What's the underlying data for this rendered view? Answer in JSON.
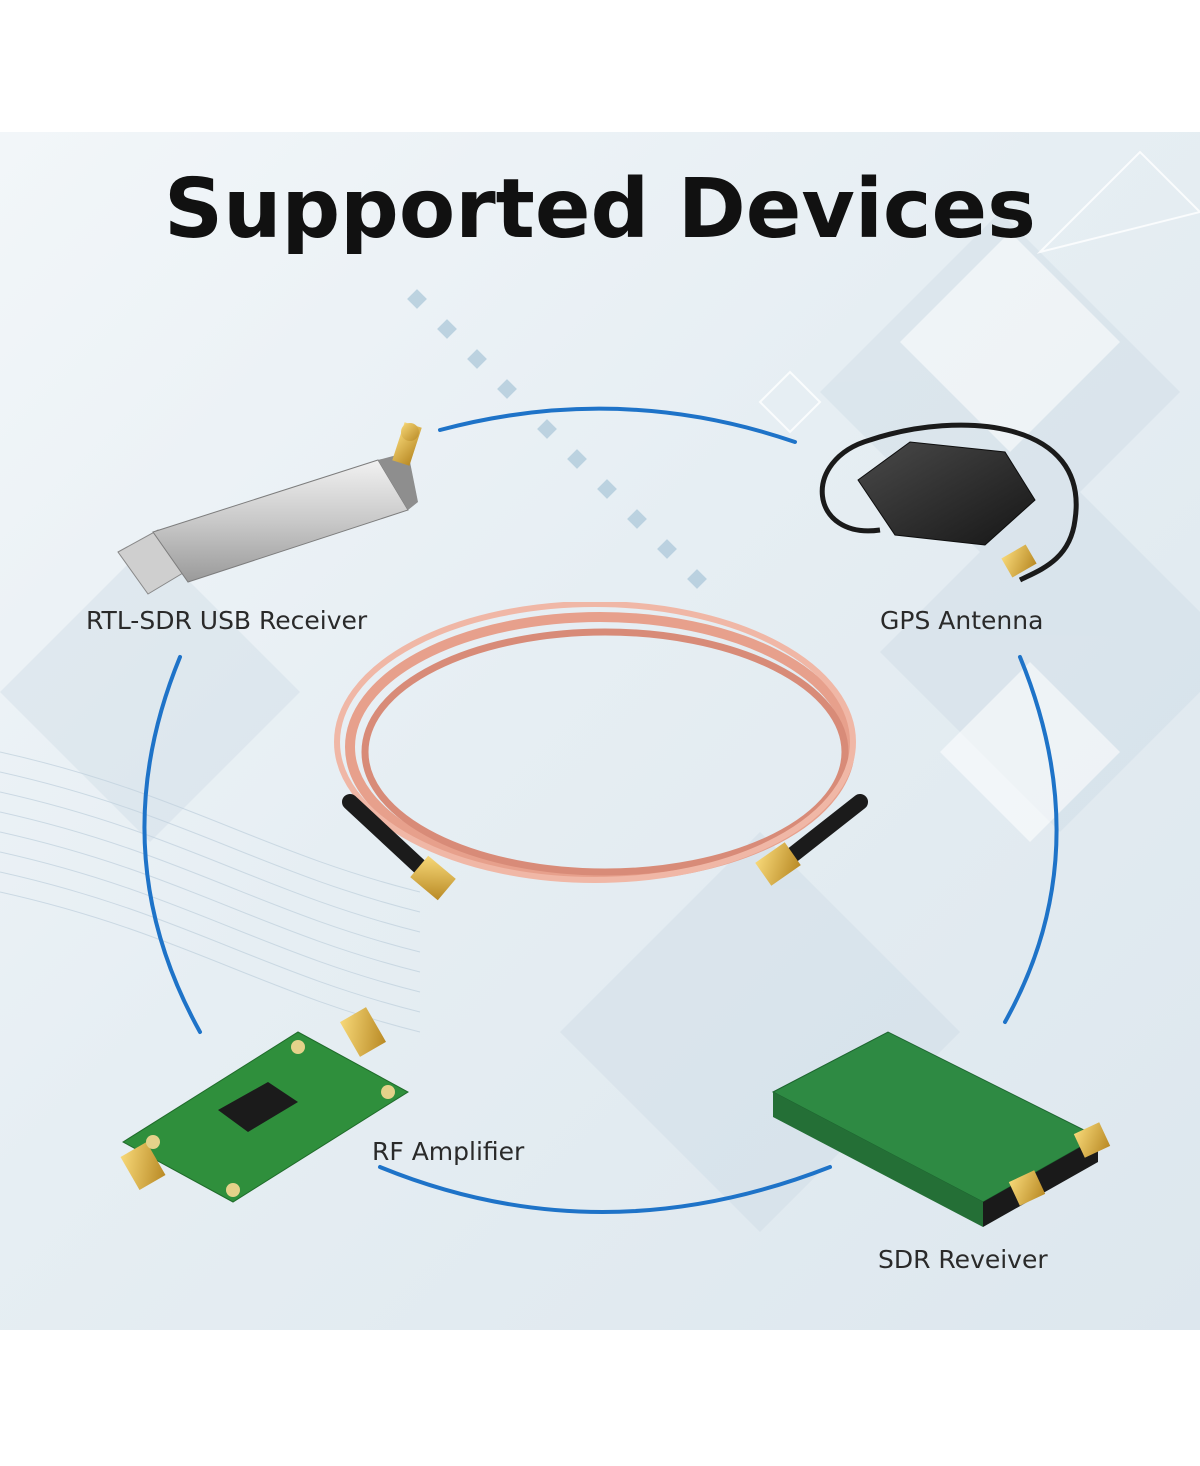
{
  "title": "Supported Devices",
  "devices": [
    {
      "label": "RTL-SDR USB Receiver",
      "icon": "usb-receiver-icon"
    },
    {
      "label": "GPS Antenna",
      "icon": "gps-antenna-icon"
    },
    {
      "label": "RF Amplifier",
      "icon": "rf-amplifier-icon"
    },
    {
      "label": "SDR Reveiver",
      "icon": "sdr-receiver-icon"
    }
  ],
  "center_item": {
    "icon": "coax-cable-icon"
  },
  "colors": {
    "ring": "#1e73c8",
    "title": "#111111",
    "label": "#2a2a2a"
  }
}
